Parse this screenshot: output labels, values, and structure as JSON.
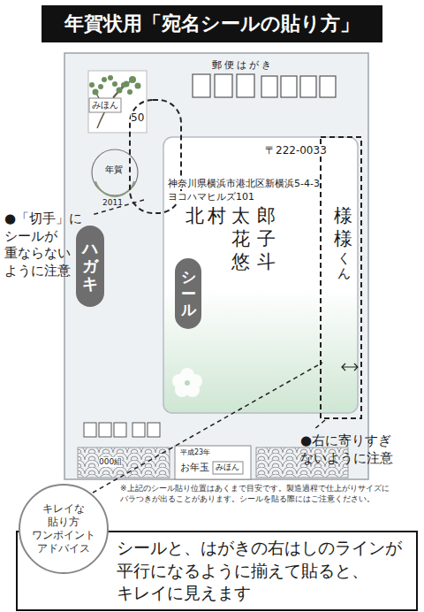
{
  "diagram": {
    "title": "年賀状用「宛名シールの貼り方」",
    "nodes": [
      {
        "text": [
          "郵便はがき"
        ]
      },
      {
        "text": [
          "ハガキ"
        ],
        "in": 0
      },
      {
        "text": [
          "〒222-0033",
          "神奈川県横浜市港北区新横浜5-4-3",
          "ヨコハマヒルズ101",
          "北村",
          "太郎",
          "様",
          "花子",
          "様",
          "悠斗",
          "くん"
        ],
        "in": 0
      },
      {
        "text": [
          "シール"
        ],
        "in": 2
      },
      {
        "text": [
          "キレイな 貼り方 ワンポイント アドバイス"
        ]
      },
      {
        "text": [
          "シールと、はがきの右はしのラインが 平行になるように揃えて貼ると、 キレイに見えます"
        ]
      }
    ],
    "labels": [
      "●「切手」に シールが 重ならない ように注意",
      "●右に寄りすぎ ないように注意",
      "みほん",
      "50",
      "年賀",
      "2011",
      "000組",
      "平成23年",
      "お年玉",
      "みほん",
      "※上記のシール貼り位置はあくまで目安です。製造過程で仕上がりサイズに バラつきが出ることがあります。シールを貼る際にはご注意ください。"
    ]
  }
}
